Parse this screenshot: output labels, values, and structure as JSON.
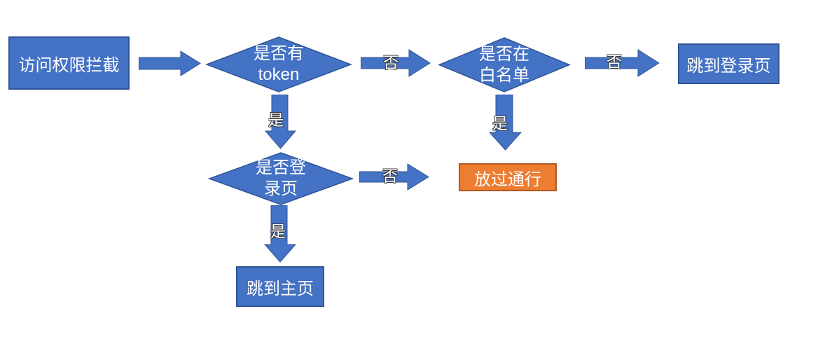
{
  "colors": {
    "node_fill": "#4472C4",
    "node_border": "#2F5597",
    "accent_fill": "#ED7D31",
    "accent_border": "#AE5A21",
    "node_text": "#FFFFFF",
    "edge_label_text": "#FFFFFF",
    "edge_label_outline": "#3A3A3A",
    "background": "#FFFFFF"
  },
  "nodes": {
    "start": {
      "label": "访问权限拦截"
    },
    "has_token": {
      "line1": "是否有",
      "line2": "token"
    },
    "in_whitelist": {
      "line1": "是否在",
      "line2": "白名单"
    },
    "goto_login": {
      "label": "跳到登录页"
    },
    "is_login_page": {
      "line1": "是否登",
      "line2": "录页"
    },
    "allow_pass": {
      "label": "放过通行"
    },
    "goto_home": {
      "label": "跳到主页"
    }
  },
  "edge_labels": {
    "has_token_no": "否",
    "has_token_yes": "是",
    "in_whitelist_no": "否",
    "in_whitelist_yes": "是",
    "is_login_page_no": "否",
    "is_login_page_yes": "是"
  }
}
